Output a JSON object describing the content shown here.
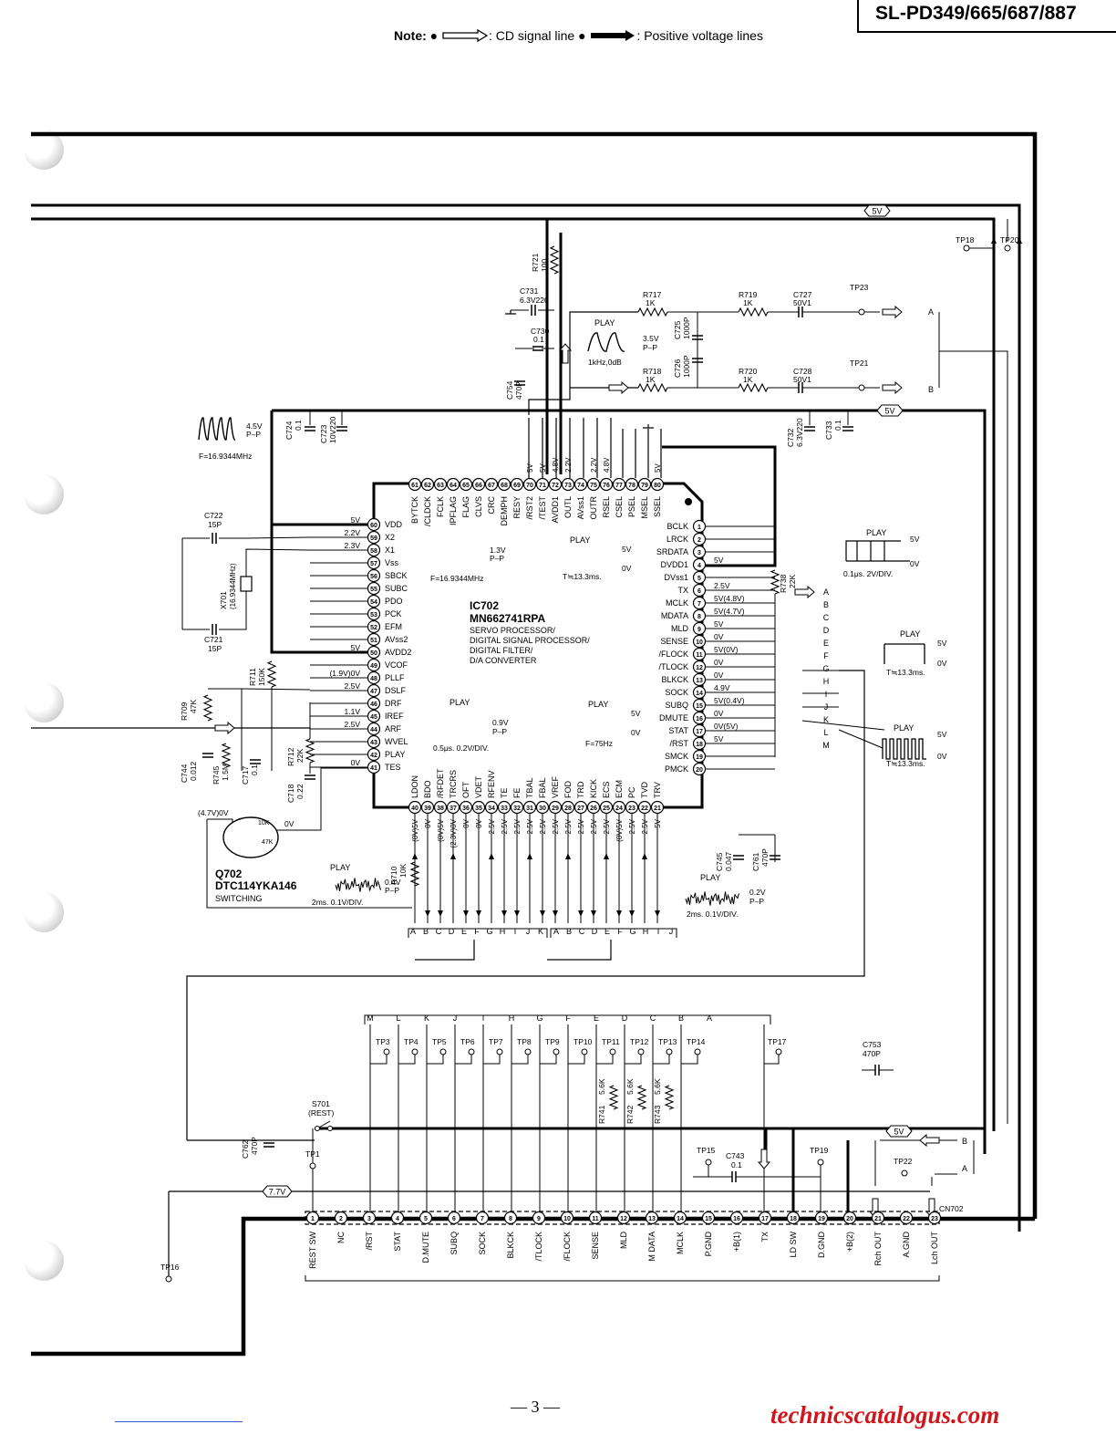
{
  "header": {
    "model": "SL-PD349/665/687/887"
  },
  "note": {
    "label": "Note:",
    "cd_signal": ": CD signal line",
    "positive_voltage": ": Positive voltage lines"
  },
  "ic": {
    "ref": "IC702",
    "part": "MN662741RPA",
    "function_lines": [
      "SERVO PROCESSOR/",
      "DIGITAL SIGNAL PROCESSOR/",
      "DIGITAL FILTER/",
      "D/A CONVERTER"
    ],
    "pins_left": [
      {
        "n": "60",
        "name": "VDD",
        "v": "5V"
      },
      {
        "n": "59",
        "name": "X2",
        "v": "2.2V"
      },
      {
        "n": "58",
        "name": "X1",
        "v": "2.3V"
      },
      {
        "n": "57",
        "name": "Vss",
        "v": ""
      },
      {
        "n": "56",
        "name": "SBCK",
        "v": ""
      },
      {
        "n": "55",
        "name": "SUBC",
        "v": ""
      },
      {
        "n": "54",
        "name": "PDO",
        "v": ""
      },
      {
        "n": "53",
        "name": "PCK",
        "v": ""
      },
      {
        "n": "52",
        "name": "EFM",
        "v": ""
      },
      {
        "n": "51",
        "name": "AVss2",
        "v": ""
      },
      {
        "n": "50",
        "name": "AVDD2",
        "v": "5V"
      },
      {
        "n": "49",
        "name": "VCOF",
        "v": ""
      },
      {
        "n": "48",
        "name": "PLLF",
        "v": "(1.9V)0V"
      },
      {
        "n": "47",
        "name": "DSLF",
        "v": "2.5V"
      },
      {
        "n": "46",
        "name": "DRF",
        "v": ""
      },
      {
        "n": "45",
        "name": "IREF",
        "v": "1.1V"
      },
      {
        "n": "44",
        "name": "ARF",
        "v": "2.5V"
      },
      {
        "n": "43",
        "name": "WVEL",
        "v": ""
      },
      {
        "n": "42",
        "name": "PLAY",
        "v": ""
      },
      {
        "n": "41",
        "name": "TES",
        "v": "0V"
      }
    ],
    "pins_right": [
      {
        "n": "1",
        "name": "BCLK",
        "v": ""
      },
      {
        "n": "2",
        "name": "LRCK",
        "v": ""
      },
      {
        "n": "3",
        "name": "SRDATA",
        "v": ""
      },
      {
        "n": "4",
        "name": "DVDD1",
        "v": "5V"
      },
      {
        "n": "5",
        "name": "DVss1",
        "v": ""
      },
      {
        "n": "6",
        "name": "TX",
        "v": "2.5V"
      },
      {
        "n": "7",
        "name": "MCLK",
        "v": "5V(4.8V)"
      },
      {
        "n": "8",
        "name": "MDATA",
        "v": "5V(4.7V)"
      },
      {
        "n": "9",
        "name": "MLD",
        "v": "5V"
      },
      {
        "n": "10",
        "name": "SENSE",
        "v": "0V"
      },
      {
        "n": "11",
        "name": "/FLOCK",
        "v": "5V(0V)"
      },
      {
        "n": "12",
        "name": "/TLOCK",
        "v": "0V"
      },
      {
        "n": "13",
        "name": "BLKCK",
        "v": "0V"
      },
      {
        "n": "14",
        "name": "SOCK",
        "v": "4.9V"
      },
      {
        "n": "15",
        "name": "SUBQ",
        "v": "5V(0.4V)"
      },
      {
        "n": "16",
        "name": "DMUTE",
        "v": "0V"
      },
      {
        "n": "17",
        "name": "STAT",
        "v": "0V(5V)"
      },
      {
        "n": "18",
        "name": "/RST",
        "v": "5V"
      },
      {
        "n": "19",
        "name": "SMCK",
        "v": ""
      },
      {
        "n": "20",
        "name": "PMCK",
        "v": ""
      }
    ],
    "pins_top": [
      {
        "n": "61",
        "name": "BYTCK",
        "v": ""
      },
      {
        "n": "62",
        "name": "/CLDCK",
        "v": ""
      },
      {
        "n": "63",
        "name": "FCLK",
        "v": ""
      },
      {
        "n": "64",
        "name": "IPFLAG",
        "v": ""
      },
      {
        "n": "65",
        "name": "FLAG",
        "v": ""
      },
      {
        "n": "66",
        "name": "CLVS",
        "v": ""
      },
      {
        "n": "67",
        "name": "CRC",
        "v": ""
      },
      {
        "n": "68",
        "name": "DEMPH",
        "v": ""
      },
      {
        "n": "69",
        "name": "RESY",
        "v": ""
      },
      {
        "n": "70",
        "name": "/RST2",
        "v": "5V"
      },
      {
        "n": "71",
        "name": "/TEST",
        "v": "5V"
      },
      {
        "n": "72",
        "name": "AVDD1",
        "v": "4.8V"
      },
      {
        "n": "73",
        "name": "OUTL",
        "v": "2.2V"
      },
      {
        "n": "74",
        "name": "AVss1",
        "v": ""
      },
      {
        "n": "75",
        "name": "OUTR",
        "v": "2.2V"
      },
      {
        "n": "76",
        "name": "RSEL",
        "v": "4.8V"
      },
      {
        "n": "77",
        "name": "CSEL",
        "v": ""
      },
      {
        "n": "78",
        "name": "PSEL",
        "v": ""
      },
      {
        "n": "79",
        "name": "MSEL",
        "v": ""
      },
      {
        "n": "80",
        "name": "SSEL",
        "v": "5V"
      }
    ],
    "pins_bottom": [
      {
        "n": "40",
        "name": "LDON",
        "v": "(0V)5V"
      },
      {
        "n": "39",
        "name": "BDO",
        "v": "0V"
      },
      {
        "n": "38",
        "name": "/RFDET",
        "v": "(0V)5V"
      },
      {
        "n": "37",
        "name": "TRCRS",
        "v": "(2.3V)0V"
      },
      {
        "n": "36",
        "name": "OFT",
        "v": "0V"
      },
      {
        "n": "35",
        "name": "VDET",
        "v": "0V"
      },
      {
        "n": "34",
        "name": "RFENV",
        "v": "2.5V"
      },
      {
        "n": "33",
        "name": "TE",
        "v": "2.5V"
      },
      {
        "n": "32",
        "name": "FE",
        "v": "2.5V"
      },
      {
        "n": "31",
        "name": "TBAL",
        "v": "2.5V"
      },
      {
        "n": "30",
        "name": "FBAL",
        "v": "2.5V"
      },
      {
        "n": "29",
        "name": "VREF",
        "v": "2.5V"
      },
      {
        "n": "28",
        "name": "FOD",
        "v": "2.5V"
      },
      {
        "n": "27",
        "name": "TRD",
        "v": "2.5V"
      },
      {
        "n": "26",
        "name": "KICK",
        "v": "2.5V"
      },
      {
        "n": "25",
        "name": "ECS",
        "v": "2.5V"
      },
      {
        "n": "24",
        "name": "ECM",
        "v": "(0V)5V"
      },
      {
        "n": "23",
        "name": "PC",
        "v": "2.5V"
      },
      {
        "n": "22",
        "name": "TVD",
        "v": "2.5V"
      },
      {
        "n": "21",
        "name": "TRV",
        "v": "5V"
      }
    ]
  },
  "components": [
    {
      "ref": "R721",
      "val": "100"
    },
    {
      "ref": "C731",
      "val": "6.3V220"
    },
    {
      "ref": "C730",
      "val": "0.1"
    },
    {
      "ref": "C754",
      "val": "470P"
    },
    {
      "ref": "R717",
      "val": "1K"
    },
    {
      "ref": "R719",
      "val": "1K"
    },
    {
      "ref": "C727",
      "val": "50V1"
    },
    {
      "ref": "R718",
      "val": "1K"
    },
    {
      "ref": "R720",
      "val": "1K"
    },
    {
      "ref": "C728",
      "val": "50V1"
    },
    {
      "ref": "C725",
      "val": "1000P"
    },
    {
      "ref": "C726",
      "val": "1000P"
    },
    {
      "ref": "C724",
      "val": "0.1"
    },
    {
      "ref": "C723",
      "val": "10V220"
    },
    {
      "ref": "C732",
      "val": "6.3V220"
    },
    {
      "ref": "C733",
      "val": "0.1"
    },
    {
      "ref": "C722",
      "val": "15P"
    },
    {
      "ref": "C721",
      "val": "15P"
    },
    {
      "ref": "X701",
      "val": "(16.9344MHz)"
    },
    {
      "ref": "R711",
      "val": "150K"
    },
    {
      "ref": "R709",
      "val": "47K"
    },
    {
      "ref": "C744",
      "val": "0.012"
    },
    {
      "ref": "R745",
      "val": "1.5M"
    },
    {
      "ref": "C717",
      "val": "0.1"
    },
    {
      "ref": "R712",
      "val": "22K"
    },
    {
      "ref": "C718",
      "val": "0.22"
    },
    {
      "ref": "R738",
      "val": "22K"
    },
    {
      "ref": "R710",
      "val": "10K"
    },
    {
      "ref": "C745",
      "val": "0.047"
    },
    {
      "ref": "C761",
      "val": "470P"
    },
    {
      "ref": "C753",
      "val": "470P"
    },
    {
      "ref": "C762",
      "val": "470P"
    },
    {
      "ref": "C743",
      "val": "0.1"
    },
    {
      "ref": "R741",
      "val": "5.6K"
    },
    {
      "ref": "R742",
      "val": "5.6K"
    },
    {
      "ref": "R743",
      "val": "5.6K"
    }
  ],
  "transistor": {
    "ref": "Q702",
    "part": "DTC114YKA146",
    "role": "SWITCHING",
    "r1": "10K",
    "r2": "47K",
    "v_in": "(4.7V)0V",
    "v_out": "0V"
  },
  "switch": {
    "ref": "S701",
    "label": "(REST)"
  },
  "waveforms": {
    "xtal": {
      "amp": "4.5V",
      "pp": "P–P",
      "freq": "F=16.9344MHz"
    },
    "x1": {
      "amp": "1.3V",
      "pp": "P–P",
      "freq": "F=16.9344MHz"
    },
    "audio": {
      "mode": "PLAY",
      "amp": "3.5V",
      "pp": "P–P",
      "freq": "1kHz,0dB"
    },
    "clock": {
      "mode": "PLAY",
      "hi": "5V",
      "lo": "0V",
      "period": "T≒13.3ms."
    },
    "tx": {
      "mode": "PLAY",
      "hi": "5V",
      "lo": "0V",
      "div": "0.1μs. 2V/DIV."
    },
    "rf": {
      "mode": "PLAY",
      "amp": "0.9V",
      "pp": "P–P",
      "div": "0.5μs. 0.2V/DIV."
    },
    "f75": {
      "mode": "PLAY",
      "hi": "5V",
      "lo": "0V",
      "freq": "F=75Hz"
    },
    "flock": {
      "mode": "PLAY",
      "hi": "5V",
      "lo": "0V",
      "period": "T≒13.3ms."
    },
    "subq": {
      "mode": "PLAY",
      "hi": "5V",
      "lo": "0V",
      "period": "T≒13.3ms."
    },
    "noise1": {
      "mode": "PLAY",
      "amp": "0.4V",
      "pp": "P–P",
      "div": "2ms. 0.1V/DIV."
    },
    "noise2": {
      "mode": "PLAY",
      "amp": "0.2V",
      "pp": "P–P",
      "div": "2ms. 0.1V/DIV."
    }
  },
  "test_points": [
    "TP18",
    "TP20",
    "TP23",
    "TP21",
    "TP3",
    "TP4",
    "TP5",
    "TP6",
    "TP7",
    "TP8",
    "TP9",
    "TP10",
    "TP11",
    "TP12",
    "TP13",
    "TP14",
    "TP17",
    "TP15",
    "TP19",
    "TP22",
    "TP1",
    "TP16"
  ],
  "rails": {
    "v5": "5V",
    "v77": "7.7V"
  },
  "bus_letters_right": [
    "A",
    "B",
    "C",
    "D",
    "E",
    "F",
    "G",
    "H",
    "I",
    "J",
    "K",
    "L",
    "M"
  ],
  "bus_letters_bottom1": [
    "A",
    "B",
    "C",
    "D",
    "E",
    "F",
    "G",
    "H",
    "I",
    "J",
    "K"
  ],
  "bus_letters_bottom2": [
    "A",
    "B",
    "C",
    "D",
    "E",
    "F",
    "G",
    "H",
    "I",
    "J"
  ],
  "bus_letters_tp": [
    "M",
    "L",
    "K",
    "J",
    "I",
    "H",
    "G",
    "F",
    "E",
    "D",
    "C",
    "B",
    "A"
  ],
  "connector": {
    "ref": "CN702",
    "pins": [
      {
        "n": "1",
        "name": "REST SW"
      },
      {
        "n": "2",
        "name": "NC"
      },
      {
        "n": "3",
        "name": "/RST"
      },
      {
        "n": "4",
        "name": "STAT"
      },
      {
        "n": "5",
        "name": "D.MUTE"
      },
      {
        "n": "6",
        "name": "SUBQ"
      },
      {
        "n": "7",
        "name": "SOCK"
      },
      {
        "n": "8",
        "name": "BLKCK"
      },
      {
        "n": "9",
        "name": "/TLOCK"
      },
      {
        "n": "10",
        "name": "/FLOCK"
      },
      {
        "n": "11",
        "name": "SENSE"
      },
      {
        "n": "12",
        "name": "MLD"
      },
      {
        "n": "13",
        "name": "M DATA"
      },
      {
        "n": "14",
        "name": "MCLK"
      },
      {
        "n": "15",
        "name": "P.GND"
      },
      {
        "n": "16",
        "name": "+B(1)"
      },
      {
        "n": "17",
        "name": "TX"
      },
      {
        "n": "18",
        "name": "LD SW"
      },
      {
        "n": "19",
        "name": "D.GND"
      },
      {
        "n": "20",
        "name": "+B(2)"
      },
      {
        "n": "21",
        "name": "Rch OUT"
      },
      {
        "n": "22",
        "name": "A.GND"
      },
      {
        "n": "23",
        "name": "Lch OUT"
      }
    ]
  },
  "page_number": "— 3 —",
  "footer": "technicscatalogus.com"
}
